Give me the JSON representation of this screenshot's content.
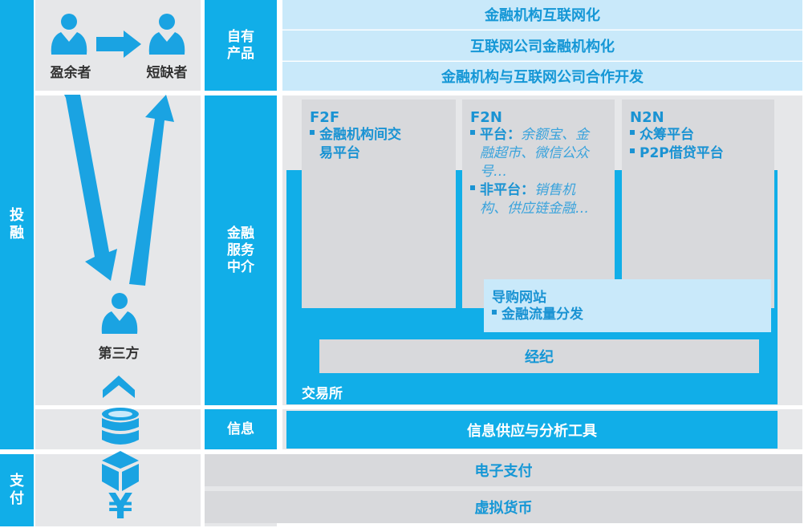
{
  "colors": {
    "primary_blue": "#11aee8",
    "light_blue": "#c9e9fa",
    "gray_box": "#d8d9dc",
    "panel_gray": "#e6e7e9",
    "text_blue": "#1a93d3",
    "dark_text": "#333333"
  },
  "left_axis": {
    "invest_finance_label": "投融",
    "payment_label": "支付"
  },
  "left_panel": {
    "surplus_label": "盈余者",
    "deficit_label": "短缺者",
    "third_party_label": "第三方",
    "icons": [
      "person-icon",
      "right-arrow-icon",
      "person-icon",
      "down-arrow-icon",
      "up-arrow-icon",
      "person-icon",
      "chevron-up-icon",
      "database-icon",
      "cube-icon",
      "yen-icon"
    ]
  },
  "categories": {
    "own_products": "自有产品",
    "financial_intermediary": "金融服务中介",
    "information": "信息"
  },
  "own_products_rows": [
    "金融机构互联网化",
    "互联网公司金融机构化",
    "金融机构与互联网公司合作开发"
  ],
  "intermediary": {
    "boxes": [
      {
        "title": "F2F",
        "bullets": [
          {
            "head": "金融机构间交易平台",
            "detail": ""
          }
        ]
      },
      {
        "title": "F2N",
        "bullets": [
          {
            "head": "平台：",
            "detail": "余额宝、金融超市、微信公众号…"
          },
          {
            "head": "非平台：",
            "detail": "销售机构、供应链金融…"
          }
        ]
      },
      {
        "title": "N2N",
        "bullets": [
          {
            "head": "众筹平台",
            "detail": ""
          },
          {
            "head": "P2P借贷平台",
            "detail": ""
          }
        ]
      }
    ],
    "shopping_guide": {
      "title": "导购网站",
      "bullet": "金融流量分发"
    },
    "brokerage": "经纪",
    "exchange": "交易所"
  },
  "information_row": "信息供应与分析工具",
  "payment_rows": [
    "电子支付",
    "虚拟货币"
  ]
}
